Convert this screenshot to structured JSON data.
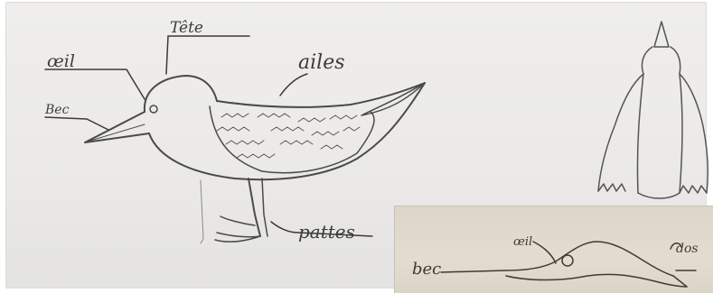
{
  "drawing_1": {
    "labels": {
      "tete": "Tête",
      "oeil": "œil",
      "ailes": "ailes",
      "bec": "Bec",
      "pattes": "pattes"
    }
  },
  "drawing_3": {
    "labels": {
      "oeil": "œil",
      "bec": "bec",
      "doigts": "dos"
    }
  },
  "colors": {
    "paper": "#ecebe9",
    "inset_paper": "#e0dacd",
    "pencil": "#4a4a4a"
  }
}
